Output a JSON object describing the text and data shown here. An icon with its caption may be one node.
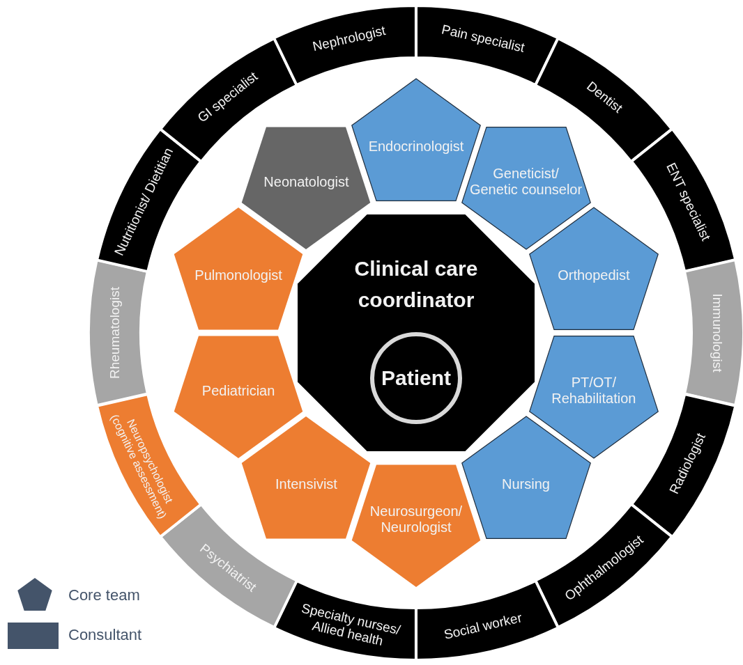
{
  "diagram": {
    "nodes": [
      {
        "text": [
          "Clinical care coordinator"
        ]
      },
      {
        "text": [
          "Patient"
        ],
        "in": 0
      },
      {
        "text": [
          "Endocrinologist"
        ]
      },
      {
        "text": [
          "Geneticist/ Genetic counselor"
        ]
      },
      {
        "text": [
          "Orthopedist"
        ]
      },
      {
        "text": [
          "PT/OT/ Rehabilitation"
        ]
      },
      {
        "text": [
          "Nursing"
        ]
      },
      {
        "text": [
          "Neurosurgeon/ Neurologist"
        ]
      },
      {
        "text": [
          "Intensivist"
        ]
      },
      {
        "text": [
          "Pediatrician"
        ]
      },
      {
        "text": [
          "Pulmonologist"
        ]
      },
      {
        "text": [
          "Neonatologist"
        ]
      },
      {
        "text": [
          "Pain specialist"
        ]
      },
      {
        "text": [
          "Dentist"
        ]
      },
      {
        "text": [
          "ENT specialist"
        ]
      },
      {
        "text": [
          "Immunologist"
        ]
      },
      {
        "text": [
          "Radiologist"
        ]
      },
      {
        "text": [
          "Ophthalmologist"
        ]
      },
      {
        "text": [
          "Social worker"
        ]
      },
      {
        "text": [
          "Specialty nurses/ Allied health"
        ]
      },
      {
        "text": [
          "Psychiatrist"
        ]
      },
      {
        "text": [
          "Neuropsychologist (cognitive assessment)"
        ]
      },
      {
        "text": [
          "Rheumatologist"
        ]
      },
      {
        "text": [
          "Nutritionist/ Dietitian"
        ]
      },
      {
        "text": [
          "GI specialist"
        ]
      },
      {
        "text": [
          "Nephrologist"
        ]
      }
    ],
    "legend": [
      {
        "text": "Core team"
      },
      {
        "text": "Consultant"
      }
    ]
  }
}
